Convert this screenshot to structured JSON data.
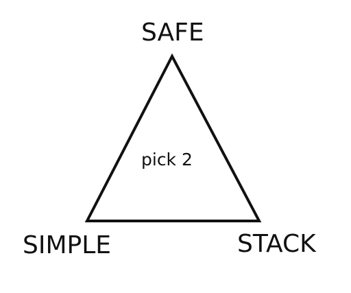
{
  "diagram": {
    "vertices": {
      "top": "SAFE",
      "bottom_left": "SIMPLE",
      "bottom_right": "STACK"
    },
    "center_text": "pick 2",
    "colors": {
      "background": "#ffffff",
      "stroke": "#111111",
      "text": "#111111"
    }
  }
}
